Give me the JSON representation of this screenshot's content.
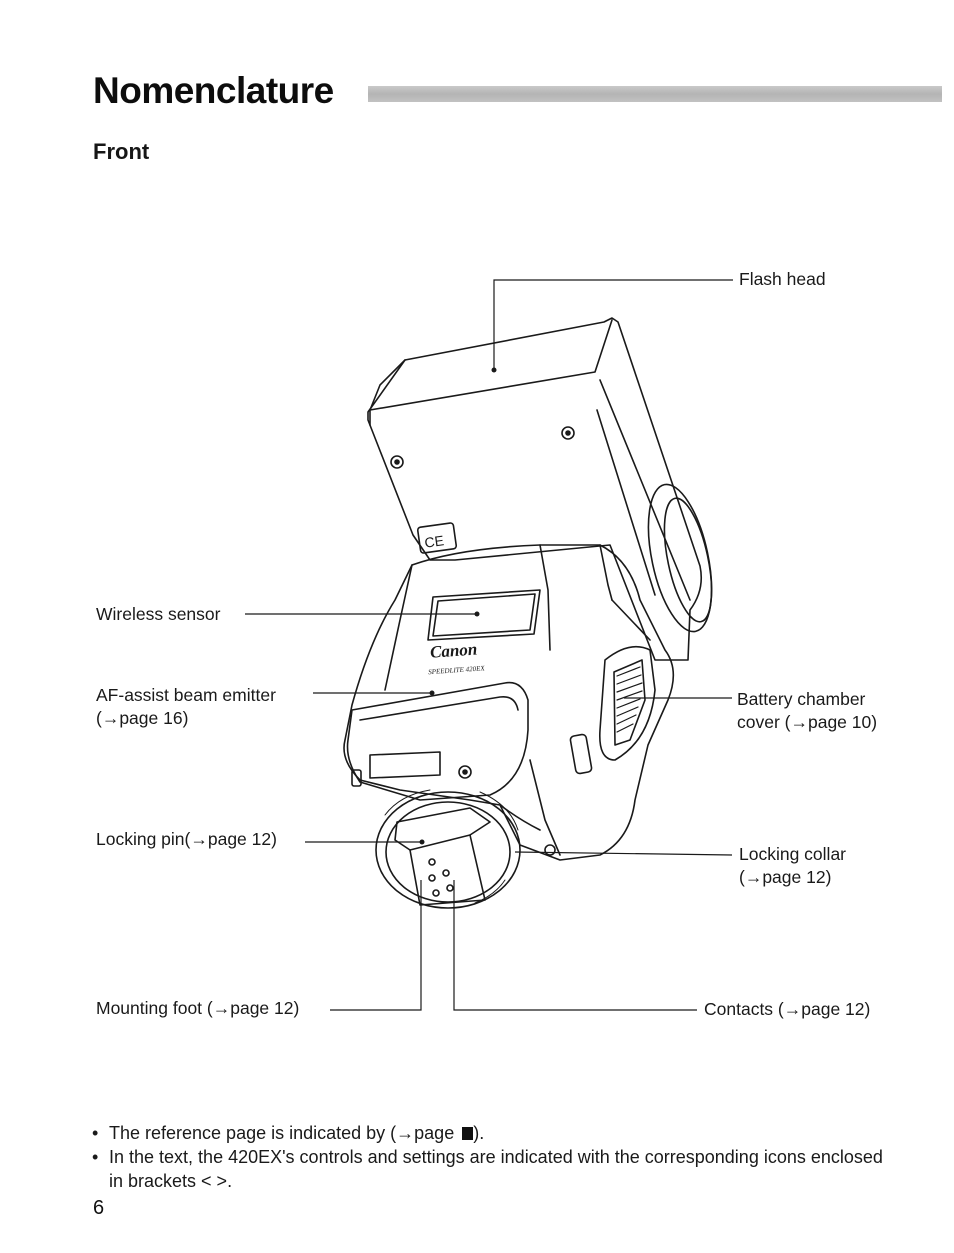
{
  "page": {
    "title": "Nomenclature",
    "subtitle": "Front",
    "page_number": "6"
  },
  "callouts": {
    "flash_head": "Flash head",
    "wireless_sensor": "Wireless sensor",
    "af_assist_line1": "AF-assist beam emitter",
    "af_assist_line2": "(→page 16)",
    "battery_line1": "Battery chamber",
    "battery_line2": "cover (→page 10)",
    "locking_pin": "Locking pin(→page 12)",
    "locking_collar_line1": "Locking collar",
    "locking_collar_line2": "(→page 12)",
    "mounting_foot": "Mounting foot (→page 12)",
    "contacts": "Contacts (→page 12)"
  },
  "device": {
    "brand": "Canon",
    "model": "SPEEDLITE 420EX",
    "mark": "CE"
  },
  "notes": {
    "bullet": "•",
    "note1_before": "The reference page is indicated by (→page ",
    "note1_after": ").",
    "note2": "In the text, the 420EX's controls and settings are indicated with the corresponding icons enclosed in brackets <   >."
  }
}
